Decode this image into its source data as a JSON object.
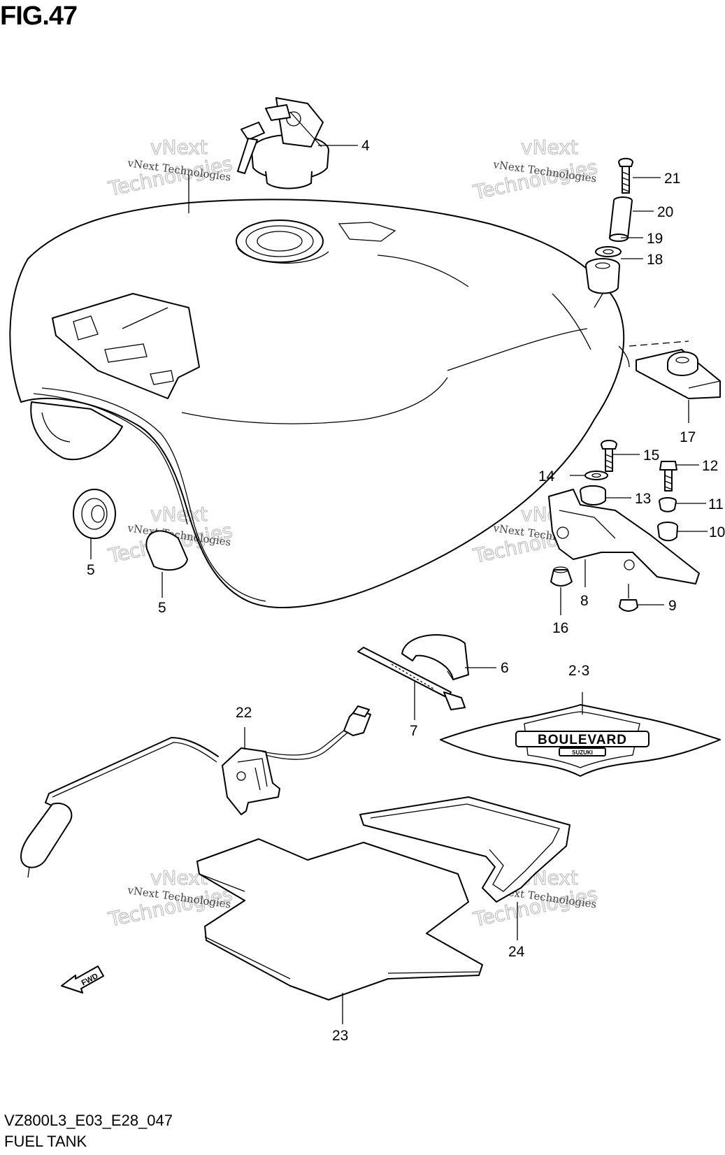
{
  "figure": {
    "title": "FIG.47",
    "code": "VZ800L3_E03_E28_047",
    "name": "FUEL TANK"
  },
  "watermark": {
    "small": "vNext Technologies",
    "big_top": "vNext",
    "big_bottom": "Technologies"
  },
  "emblem_text": "BOULEVARD",
  "emblem_subtext": "SUZUKI",
  "arrow_label": "FWD",
  "callouts": [
    {
      "id": "c4",
      "label": "4"
    },
    {
      "id": "c21",
      "label": "21"
    },
    {
      "id": "c20",
      "label": "20"
    },
    {
      "id": "c19",
      "label": "19"
    },
    {
      "id": "c18",
      "label": "18"
    },
    {
      "id": "c17",
      "label": "17"
    },
    {
      "id": "c15",
      "label": "15"
    },
    {
      "id": "c12",
      "label": "12"
    },
    {
      "id": "c14",
      "label": "14"
    },
    {
      "id": "c13",
      "label": "13"
    },
    {
      "id": "c11",
      "label": "11"
    },
    {
      "id": "c10",
      "label": "10"
    },
    {
      "id": "c9",
      "label": "9"
    },
    {
      "id": "c8",
      "label": "8"
    },
    {
      "id": "c16",
      "label": "16"
    },
    {
      "id": "c5a",
      "label": "5"
    },
    {
      "id": "c5b",
      "label": "5"
    },
    {
      "id": "c6",
      "label": "6"
    },
    {
      "id": "c7",
      "label": "7"
    },
    {
      "id": "c23p",
      "label": "2·3"
    },
    {
      "id": "c22",
      "label": "22"
    },
    {
      "id": "c24",
      "label": "24"
    },
    {
      "id": "c23",
      "label": "23"
    }
  ]
}
